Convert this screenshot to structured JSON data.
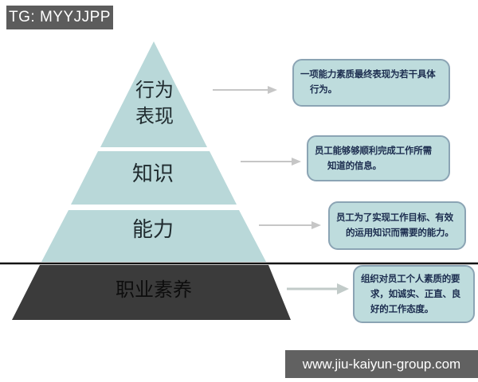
{
  "header": {
    "badge": "TG: MYYJJPP"
  },
  "footer": {
    "website": "www.jiu-kaiyun-group.com"
  },
  "colors": {
    "level_fill": "#b9d8d9",
    "base_fill": "#3b3b3b",
    "label_text": "#1f2a2e",
    "base_label_text": "#0d0d0d",
    "callout_fill": "#bedcdd",
    "callout_border": "#8ba4b4",
    "callout_text": "#1c2d4f",
    "arrow": "#c6c6c6",
    "arrow_base": "#c2cbc9",
    "divider": "#141414",
    "banner_bg": "#5c5c5c",
    "banner_text": "#ffffff"
  },
  "diagram": {
    "type": "pyramid",
    "levels": [
      {
        "id": "behavior",
        "label_lines": [
          "行为",
          "表现"
        ],
        "callout": "一项能力素质最终表现为若干具体\n行为。"
      },
      {
        "id": "knowledge",
        "label_lines": [
          "知识"
        ],
        "callout": "员工能够够顺利完成工作所需\n知道的信息。"
      },
      {
        "id": "ability",
        "label_lines": [
          "能力"
        ],
        "callout": "员工为了实现工作目标、有效\n的运用知识而需要的能力。"
      },
      {
        "id": "professionalism",
        "label_lines": [
          "职业素养"
        ],
        "callout": "组织对员工个人素质的要\n求，如诚实、正直、良\n好的工作态度。"
      }
    ]
  }
}
